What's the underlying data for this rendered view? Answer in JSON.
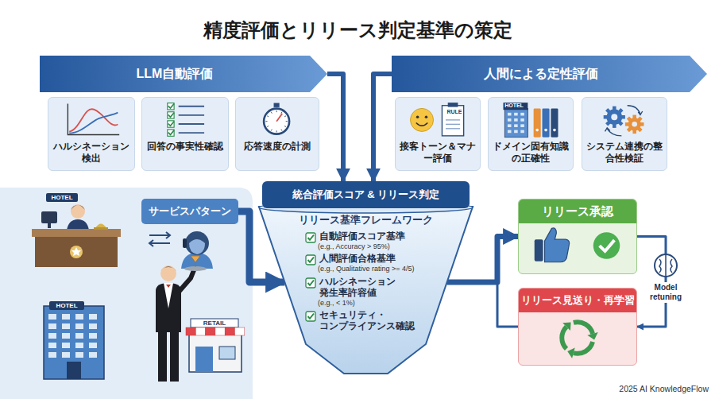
{
  "diagram": {
    "title": "精度評価とリリース判定基準の策定",
    "nodes": [
      {
        "text": [
          "LLM自動評価"
        ]
      },
      {
        "text": [
          "ハルシネーション検出"
        ]
      },
      {
        "text": [
          "回答の事実性確認"
        ]
      },
      {
        "text": [
          "応答速度の計測"
        ]
      },
      {
        "text": [
          "人間による定性評価"
        ]
      },
      {
        "text": [
          "接客トーン＆マナー評価"
        ]
      },
      {
        "text": [
          "ドメイン固有知識の正確性"
        ]
      },
      {
        "text": [
          "システム連携の整合性検証"
        ]
      },
      {
        "text": [
          "サービスパターン"
        ]
      },
      {
        "text": [
          "統合評価スコア & リリース判定",
          "リリース基準フレームワーク",
          "自動評価スコア基準",
          "(e.g., Accuracy > 95%)",
          "人間評価合格基準",
          "(e.g., Qualitative rating >= 4/5)",
          "ハルシネーション 発生率許容値",
          "(e.g., < 1%)",
          "セキュリティ・ コンプライアンス確認"
        ]
      },
      {
        "text": [
          "リリース承認"
        ]
      },
      {
        "text": [
          "リリース見送り・再学習"
        ]
      }
    ],
    "edges": [
      {
        "from": 0,
        "to": 9,
        "arrow": "to"
      },
      {
        "from": 4,
        "to": 9,
        "arrow": "to"
      },
      {
        "from": 8,
        "to": 9,
        "arrow": "to"
      },
      {
        "from": 9,
        "to": 10,
        "arrow": "to"
      },
      {
        "from": 10,
        "to": 11,
        "label": "Model retuning",
        "arrow": "to"
      },
      {
        "from": 11,
        "to": 10,
        "arrow": "to"
      }
    ],
    "labels": [
      "HOTEL",
      "HOTEL",
      "RETAIL",
      "RULE",
      "HOTEL",
      "2025 AI KnowledgeFlow"
    ]
  }
}
